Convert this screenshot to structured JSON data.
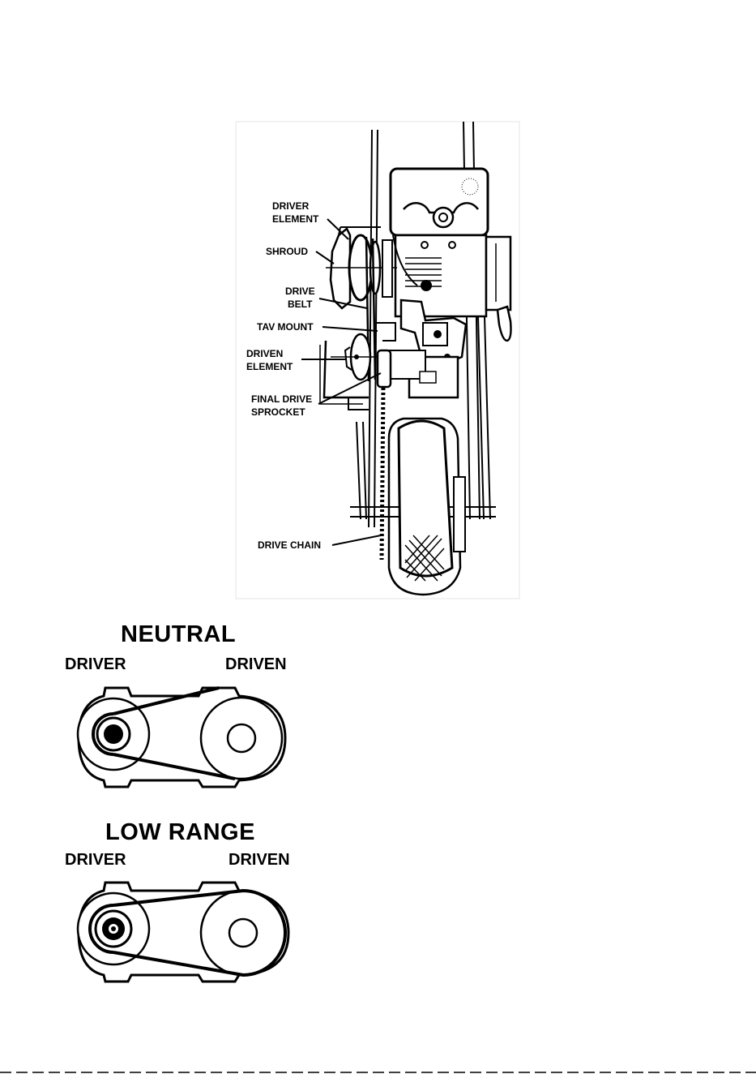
{
  "figure1": {
    "labels": {
      "driver_element_1": "DRIVER",
      "driver_element_2": "ELEMENT",
      "shroud": "SHROUD",
      "drive_belt_1": "DRIVE",
      "drive_belt_2": "BELT",
      "tav_mount": "TAV MOUNT",
      "driven_element_1": "DRIVEN",
      "driven_element_2": "ELEMENT",
      "final_drive_1": "FINAL DRIVE",
      "final_drive_2": "SPROCKET",
      "drive_chain": "DRIVE CHAIN"
    }
  },
  "neutral": {
    "title": "NEUTRAL",
    "driver": "DRIVER",
    "driven": "DRIVEN"
  },
  "low_range": {
    "title": "LOW RANGE",
    "driver": "DRIVER",
    "driven": "DRIVEN"
  }
}
